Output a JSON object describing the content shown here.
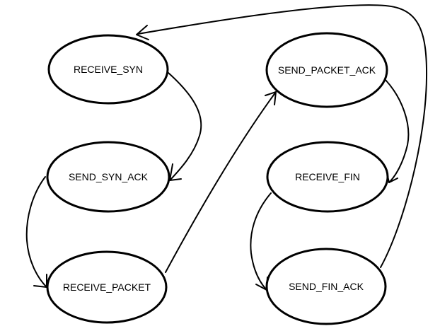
{
  "diagram": {
    "type": "state-machine",
    "line_color": "#000000",
    "background": "#ffffff",
    "states": [
      {
        "id": "receive_syn",
        "label": "RECEIVE_SYN"
      },
      {
        "id": "send_syn_ack",
        "label": "SEND_SYN_ACK"
      },
      {
        "id": "receive_packet",
        "label": "RECEIVE_PACKET"
      },
      {
        "id": "send_packet_ack",
        "label": "SEND_PACKET_ACK"
      },
      {
        "id": "receive_fin",
        "label": "RECEIVE_FIN"
      },
      {
        "id": "send_fin_ack",
        "label": "SEND_FIN_ACK"
      }
    ],
    "transitions": [
      {
        "from": "receive_syn",
        "to": "send_syn_ack"
      },
      {
        "from": "send_syn_ack",
        "to": "receive_packet"
      },
      {
        "from": "receive_packet",
        "to": "send_packet_ack"
      },
      {
        "from": "send_packet_ack",
        "to": "receive_fin"
      },
      {
        "from": "receive_fin",
        "to": "send_fin_ack"
      },
      {
        "from": "send_fin_ack",
        "to": "receive_syn"
      }
    ]
  }
}
